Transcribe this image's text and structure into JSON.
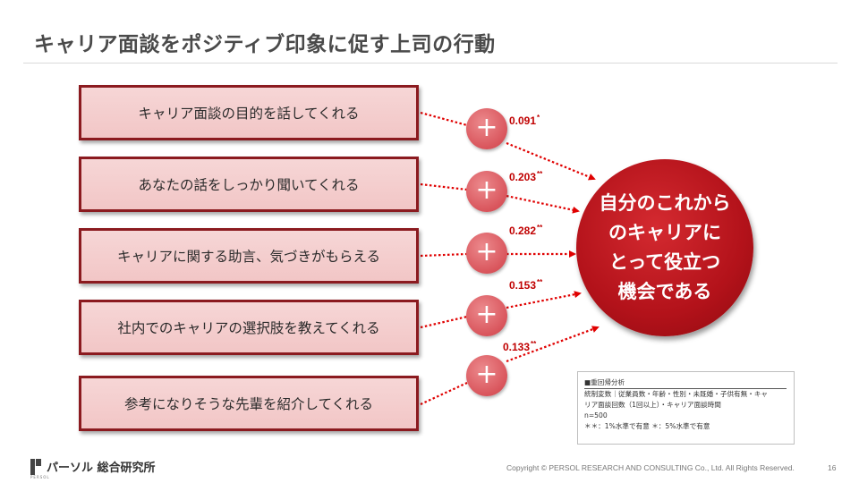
{
  "title": "キャリア面談をポジティブ印象に促す上司の行動",
  "factors": [
    {
      "label": "キャリア面談の目的を話してくれる",
      "coef": "0.091",
      "sig": "*"
    },
    {
      "label": "あなたの話をしっかり聞いてくれる",
      "coef": "0.203",
      "sig": "**"
    },
    {
      "label": "キャリアに関する助言、気づきがもらえる",
      "coef": "0.282",
      "sig": "**"
    },
    {
      "label": "社内でのキャリアの選択肢を教えてくれる",
      "coef": "0.153",
      "sig": "**"
    },
    {
      "label": "参考になりそうな先輩を紹介してくれる",
      "coef": "0.133",
      "sig": "**"
    }
  ],
  "plus_symbol": "+",
  "outcome": {
    "lines": [
      "自分のこれから",
      "のキャリアに",
      "とって役立つ",
      "機会である"
    ]
  },
  "note": {
    "heading": "■重回帰分析",
    "line1": "統制変数｜従業員数・年齢・性別・未既婚・子供有無・キャ",
    "line2": "リア面談回数（1回以上）・キャリア面談時間",
    "line3": "n=500",
    "line4": "＊＊：1%水準で有意 ＊：5%水準で有意"
  },
  "footer": {
    "logo_name": "パーソル 総合研究所",
    "logo_sub": "PERSOL",
    "copyright": "Copyright © PERSOL RESEARCH AND CONSULTING Co., Ltd. All Rights Reserved.",
    "page_number": "16"
  },
  "colors": {
    "box_border": "#8b1a1f",
    "box_fill": "#f2c6c6",
    "plus_circle": "#d9555c",
    "outcome_circle": "#b3121a",
    "arrow": "#e00000",
    "coef_text": "#c00000"
  }
}
